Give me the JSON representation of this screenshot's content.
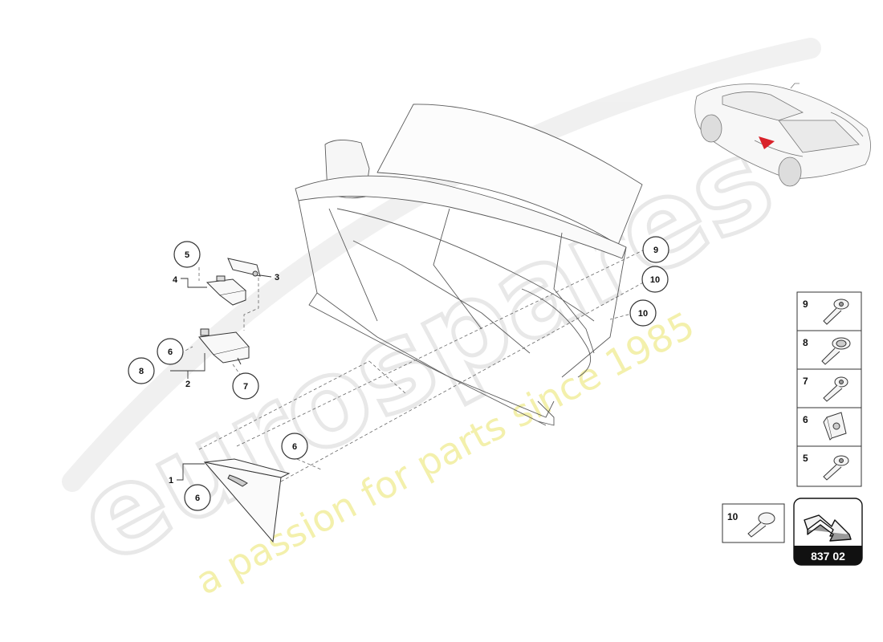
{
  "watermark": {
    "brand": "eurospares",
    "slogan": "a passion for parts since 1985"
  },
  "labels": {
    "p1": "1",
    "p2": "2",
    "p3": "3",
    "p4": "4"
  },
  "callouts": {
    "c5": "5",
    "c6_top": "6",
    "c8": "8",
    "c7": "7",
    "c6_mid": "6",
    "c6_low": "6",
    "c9": "9",
    "c10_a": "10",
    "c10_b": "10"
  },
  "fastener_panel": [
    {
      "number": "9",
      "icon": "bolt-hex-socket-icon"
    },
    {
      "number": "8",
      "icon": "bolt-flange-icon"
    },
    {
      "number": "7",
      "icon": "bolt-torx-icon"
    },
    {
      "number": "6",
      "icon": "clip-nut-icon"
    },
    {
      "number": "5",
      "icon": "bolt-short-icon"
    }
  ],
  "extra_fastener": {
    "number": "10",
    "icon": "screw-flat-head-icon"
  },
  "reference": {
    "code": "837 02",
    "icon": "direction-arrow-icon"
  },
  "colors": {
    "line": "#4a4a4a",
    "watermark_gray": "#e6e6e6",
    "watermark_yellow": "#f1ee9c",
    "highlight": "#d9222a",
    "ref_bg": "#111111"
  }
}
